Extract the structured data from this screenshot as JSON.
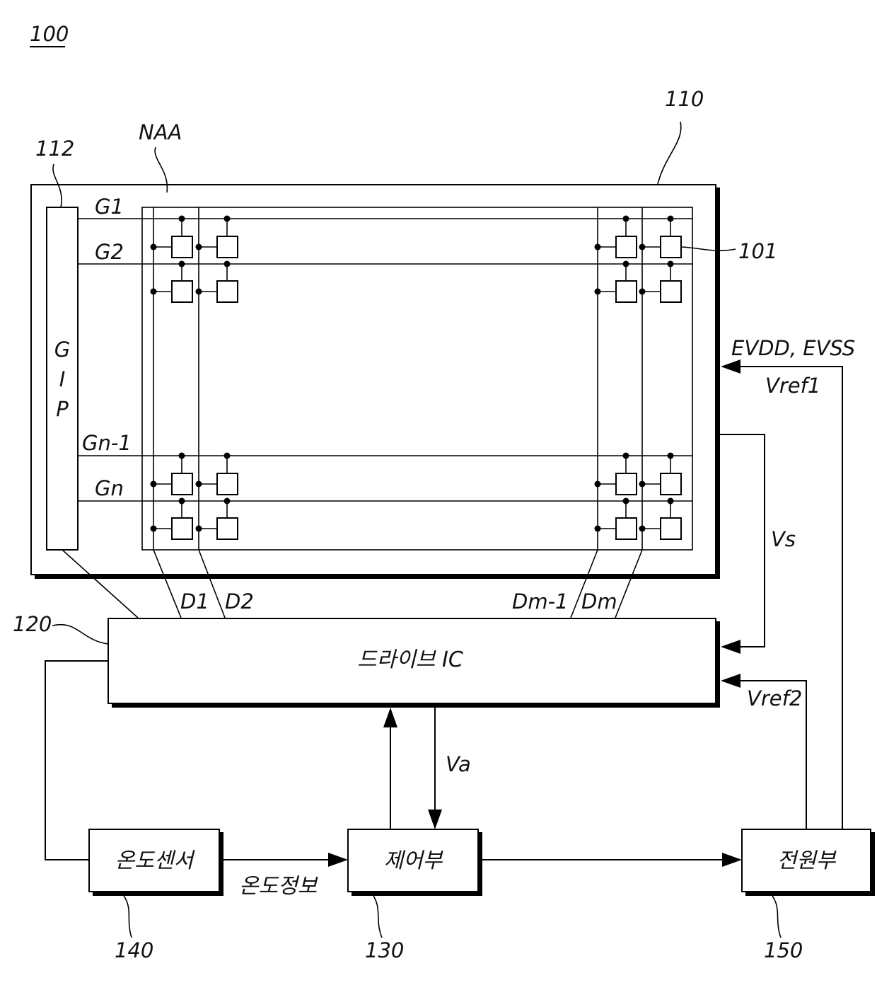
{
  "figure": {
    "number": "100"
  },
  "labels": {
    "panel_ref": "110",
    "gip_ref": "112",
    "naa": "NAA",
    "pixel_ref": "101",
    "drive_ic_ref": "120",
    "controller_ref": "130",
    "temp_sensor_ref": "140",
    "power_ref": "150"
  },
  "gip": {
    "letters": [
      "G",
      "I",
      "P"
    ]
  },
  "gate_lines": [
    "G1",
    "G2",
    "Gn-1",
    "Gn"
  ],
  "data_lines": [
    "D1",
    "D2",
    "Dm-1",
    "Dm"
  ],
  "signals": {
    "evdd_evss": "EVDD, EVSS",
    "vref1": "Vref1",
    "vs": "Vs",
    "vref2": "Vref2",
    "va": "Va",
    "temp_info": "온도정보"
  },
  "blocks": {
    "drive_ic": "드라이브 IC",
    "controller": "제어부",
    "temp_sensor": "온도센서",
    "power": "전원부"
  }
}
